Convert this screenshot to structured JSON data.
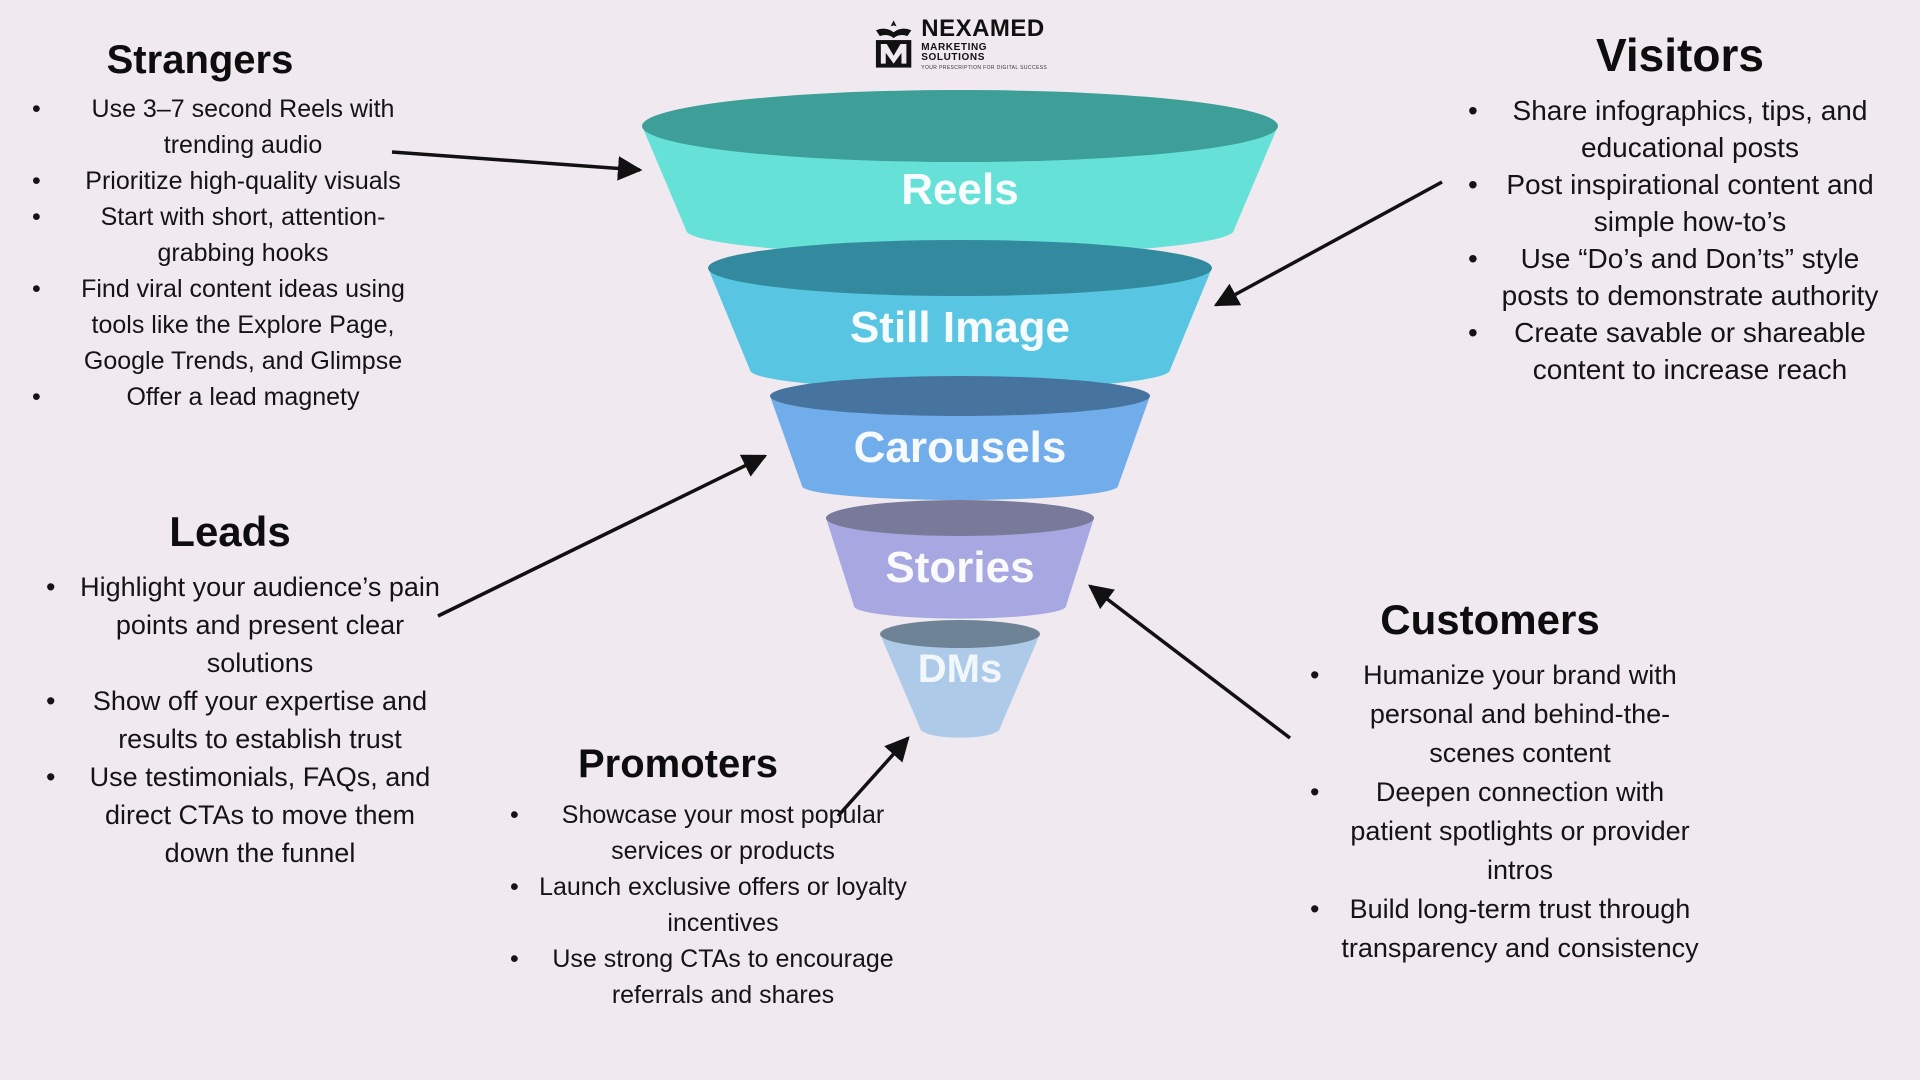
{
  "logo": {
    "brand": "NEXAMED",
    "subtitle": "MARKETING SOLUTIONS",
    "tagline": "YOUR PRESCRIPTION FOR DIGITAL SUCCESS"
  },
  "funnel": {
    "stages": [
      {
        "label": "Reels",
        "color": "#5ee0d6",
        "top_color": "#3d9f98"
      },
      {
        "label": "Still Image",
        "color": "#4fc3e0",
        "top_color": "#338a9e"
      },
      {
        "label": "Carousels",
        "color": "#6aaaea",
        "top_color": "#46749f"
      },
      {
        "label": "Stories",
        "color": "#a2a3e0",
        "top_color": "#797999"
      },
      {
        "label": "DMs",
        "color": "#a9c8e8",
        "top_color": "#6f8396"
      }
    ]
  },
  "sections": {
    "strangers": {
      "title": "Strangers",
      "items": [
        "Use 3–7 second Reels with trending audio",
        "Prioritize high-quality visuals",
        "Start with short, attention-grabbing hooks",
        "Find viral content ideas using tools like the Explore Page, Google Trends, and Glimpse",
        "Offer a lead magnety"
      ]
    },
    "visitors": {
      "title": "Visitors",
      "items": [
        "Share infographics, tips, and educational posts",
        "Post inspirational content and simple how-to’s",
        "Use “Do’s and Don’ts” style posts to demonstrate authority",
        "Create savable or shareable content to increase reach"
      ]
    },
    "leads": {
      "title": "Leads",
      "items": [
        "Highlight your audience’s pain points and present clear solutions",
        "Show off your expertise and results to establish trust",
        "Use testimonials, FAQs, and direct CTAs to move them down the funnel"
      ]
    },
    "promoters": {
      "title": "Promoters",
      "items": [
        "Showcase your most popular services or products",
        "Launch exclusive offers or loyalty incentives",
        "Use strong CTAs to encourage referrals and shares"
      ]
    },
    "customers": {
      "title": "Customers",
      "items": [
        "Humanize your brand with personal and behind-the-scenes content",
        "Deepen connection with patient spotlights or provider intros",
        "Build long-term trust through transparency and consistency"
      ]
    }
  }
}
